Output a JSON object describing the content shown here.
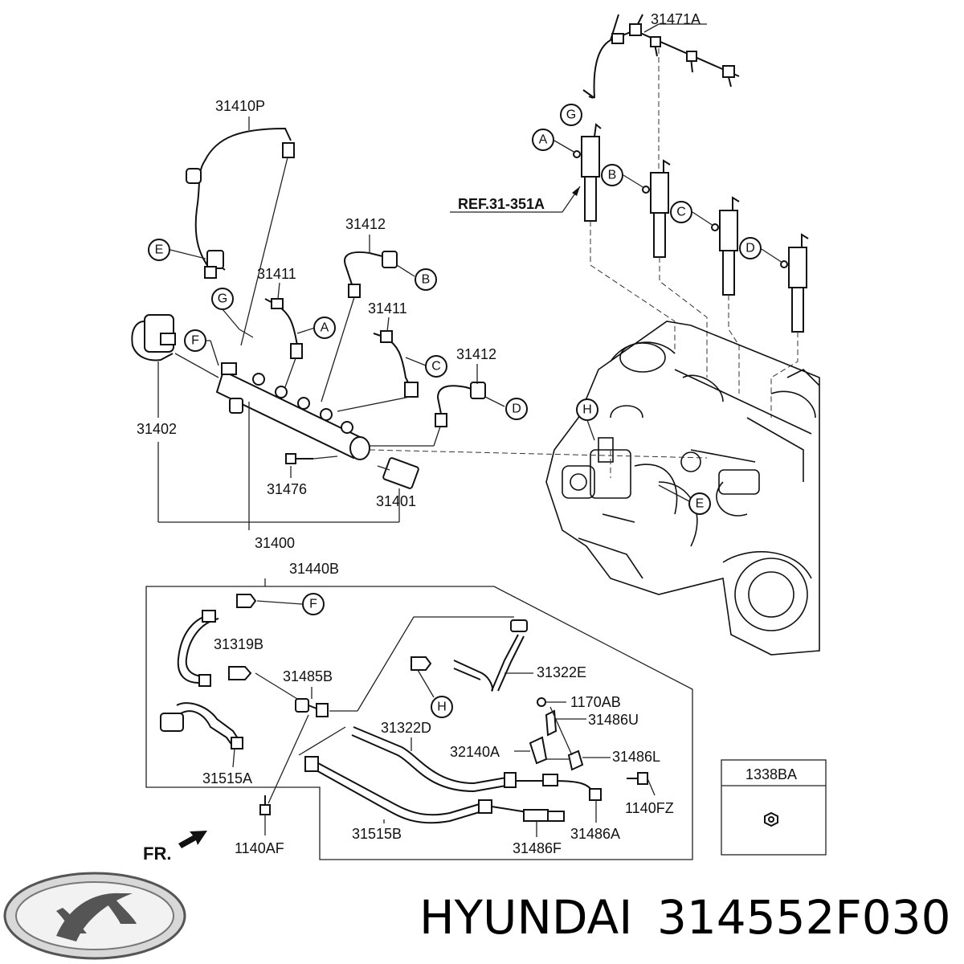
{
  "labels": {
    "p31471A": "31471A",
    "p31410P": "31410P",
    "p31412_top": "31412",
    "p31411_a": "31411",
    "p31411_b": "31411",
    "p31412_mid": "31412",
    "p31402": "31402",
    "p31476": "31476",
    "p31401": "31401",
    "p31400": "31400",
    "p31440B": "31440B",
    "p31319B": "31319B",
    "p31485B": "31485B",
    "p31322E": "31322E",
    "p1170AB": "1170AB",
    "p31486U": "31486U",
    "p31322D": "31322D",
    "p32140A": "32140A",
    "p31486L": "31486L",
    "p31515A": "31515A",
    "p1140FZ": "1140FZ",
    "p31515B": "31515B",
    "p31486A": "31486A",
    "p31486F": "31486F",
    "p1140AF": "1140AF",
    "p1338BA": "1338BA"
  },
  "reference": "REF.31-351A",
  "callouts": {
    "A1": "A",
    "A2": "A",
    "B1": "B",
    "B2": "B",
    "C1": "C",
    "C2": "C",
    "D1": "D",
    "D2": "D",
    "E1": "E",
    "E2": "E",
    "F1": "F",
    "F2": "F",
    "G1": "G",
    "G2": "G",
    "H1": "H",
    "H2": "H"
  },
  "front_marker": "FR.",
  "footer": {
    "brand": "HYUNDAI",
    "part_number": "314552F030",
    "logo": "hyundai-logo"
  }
}
